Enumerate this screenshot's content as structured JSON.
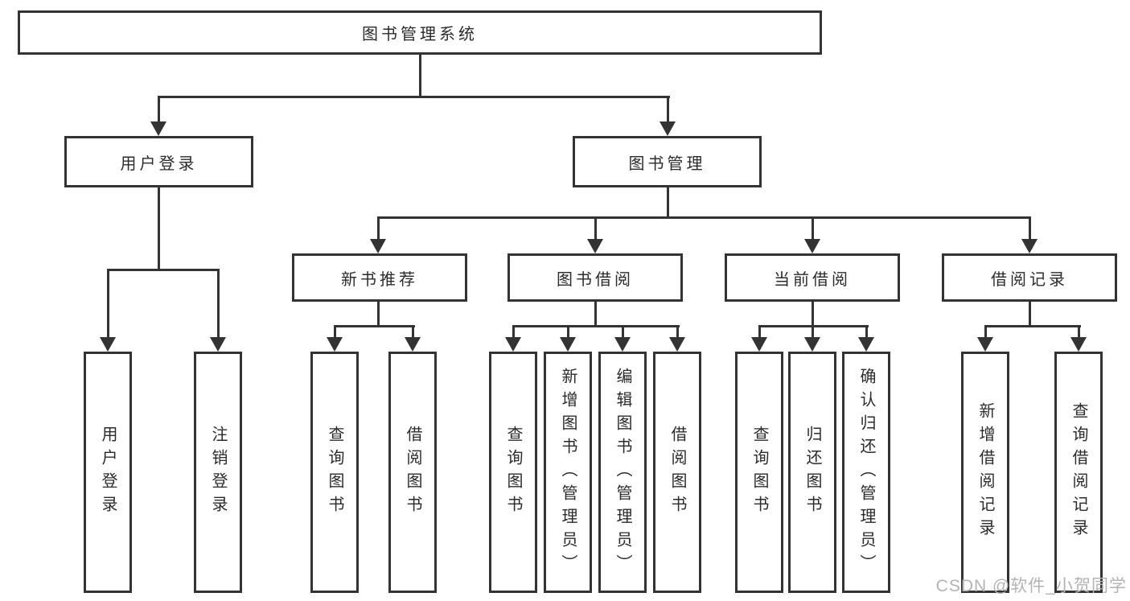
{
  "diagram_title": "图书管理系统",
  "tree": {
    "root": {
      "label": "图书管理系统"
    },
    "branches": [
      {
        "label": "用户登录",
        "children": [
          {
            "label": "用户登录"
          },
          {
            "label": "注销登录"
          }
        ]
      },
      {
        "label": "图书管理",
        "children": [
          {
            "label": "新书推荐",
            "children": [
              {
                "label": "查询图书"
              },
              {
                "label": "借阅图书"
              }
            ]
          },
          {
            "label": "图书借阅",
            "children": [
              {
                "label": "查询图书"
              },
              {
                "label": "新增图书（管理员）"
              },
              {
                "label": "编辑图书（管理员）"
              },
              {
                "label": "借阅图书"
              }
            ]
          },
          {
            "label": "当前借阅",
            "children": [
              {
                "label": "查询图书"
              },
              {
                "label": "归还图书"
              },
              {
                "label": "确认归还（管理员）"
              }
            ]
          },
          {
            "label": "借阅记录",
            "children": [
              {
                "label": "新增借阅记录"
              },
              {
                "label": "查询借阅记录"
              }
            ]
          }
        ]
      }
    ]
  },
  "watermark": "CSDN @软件_小贺同学",
  "colors": {
    "line": "#333333",
    "text": "#2b2b2b",
    "watermark": "#b3b3b3",
    "background": "#ffffff"
  }
}
